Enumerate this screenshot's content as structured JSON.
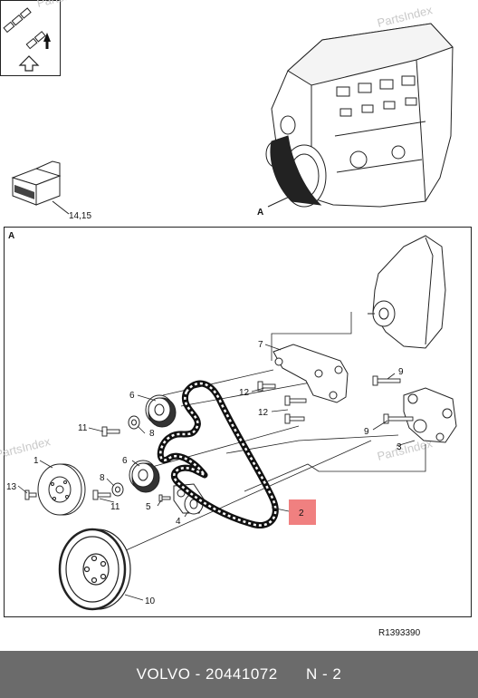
{
  "watermark": "PartsIndex",
  "overview": {
    "view_label": "A",
    "kit_ref": "14,15"
  },
  "detail": {
    "frame_label": "A",
    "callouts": [
      {
        "id": "c1",
        "text": "1"
      },
      {
        "id": "c2",
        "text": "2"
      },
      {
        "id": "c3",
        "text": "3"
      },
      {
        "id": "c4",
        "text": "4"
      },
      {
        "id": "c5",
        "text": "5"
      },
      {
        "id": "c6a",
        "text": "6"
      },
      {
        "id": "c6b",
        "text": "6"
      },
      {
        "id": "c7",
        "text": "7"
      },
      {
        "id": "c8a",
        "text": "8"
      },
      {
        "id": "c8b",
        "text": "8"
      },
      {
        "id": "c9a",
        "text": "9"
      },
      {
        "id": "c9b",
        "text": "9"
      },
      {
        "id": "c10",
        "text": "10"
      },
      {
        "id": "c11a",
        "text": "11"
      },
      {
        "id": "c11b",
        "text": "11"
      },
      {
        "id": "c12a",
        "text": "12"
      },
      {
        "id": "c12b",
        "text": "12"
      },
      {
        "id": "c13",
        "text": "13"
      }
    ],
    "highlight_color": "#f08080",
    "drawing_ref": "R1393390"
  },
  "footer": {
    "brand": "VOLVO",
    "separator": " - ",
    "part_number": "20441072",
    "position": "N - 2"
  }
}
